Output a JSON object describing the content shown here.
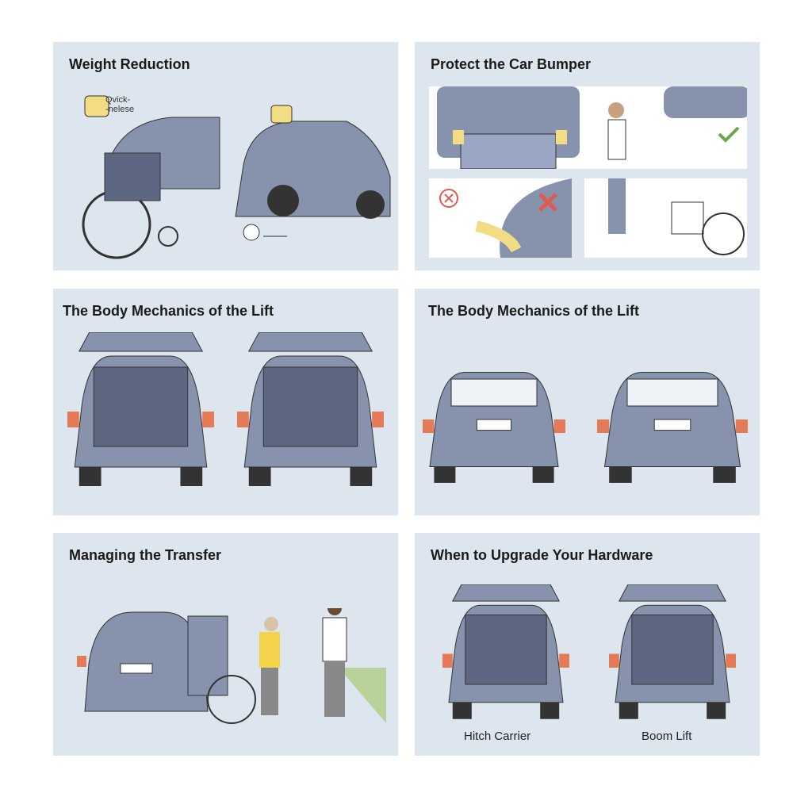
{
  "panels": [
    {
      "title": "Weight Reduction",
      "note_line1": "Qvick-",
      "note_line2": "-nelese"
    },
    {
      "title": "Protect the Car Bumper"
    },
    {
      "title": "The Body Mechanics of the Lift"
    },
    {
      "title": "The Body Mechanics of the Lift"
    },
    {
      "title": "Managing the Transfer"
    },
    {
      "title": "When to Upgrade Your Hardware",
      "captions": [
        "Hitch Carrier",
        "Boom Lift"
      ]
    }
  ],
  "colors": {
    "panel": "#dde6ee",
    "car": "#8792ad",
    "car_dark": "#5e6782",
    "light": "#e57a57",
    "bumper_pad": "#f2dd84",
    "check": "#6aa84f",
    "cross": "#e05a4f",
    "grass": "#b9d19a"
  }
}
